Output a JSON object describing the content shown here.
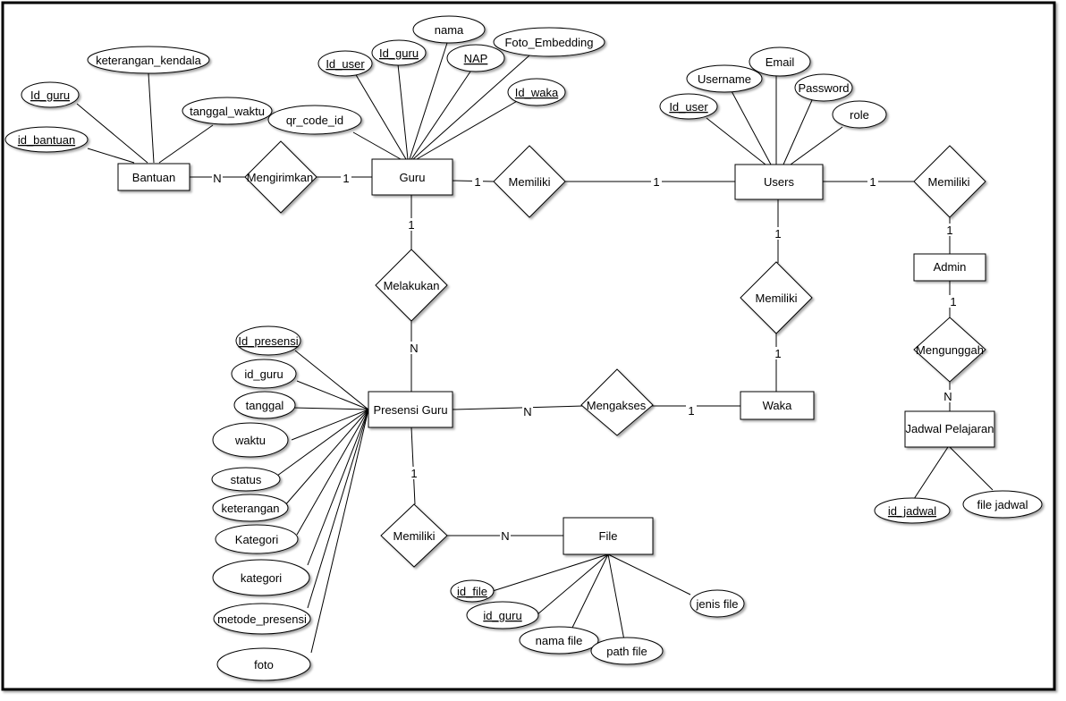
{
  "entities": {
    "bantuan": "Bantuan",
    "guru": "Guru",
    "users": "Users",
    "admin": "Admin",
    "presensi_guru": "Presensi Guru",
    "waka": "Waka",
    "file": "File",
    "jadwal_pelajaran": "Jadwal Pelajaran"
  },
  "relationships": {
    "mengirimkan": "Mengirimkan",
    "memiliki_guru_users": "Memiliki",
    "memiliki_users_admin": "Memiliki",
    "melakukan": "Melakukan",
    "memiliki_users_waka": "Memiliki",
    "mengakses": "Mengakses",
    "mengunggah": "Mengunggah",
    "memiliki_presensi_file": "Memiliki"
  },
  "attributes": {
    "bantuan": {
      "keterangan_kendala": "keterangan_kendala",
      "id_guru": "Id_guru",
      "tanggal_waktu": "tanggal_waktu",
      "id_bantuan": "id_bantuan"
    },
    "guru": {
      "nama": "nama",
      "foto_embedding": "Foto_Embedding",
      "id_user": "Id_user",
      "id_guru": "Id_guru",
      "nap": "NAP",
      "id_waka": "Id_waka",
      "qr_code_id": "qr_code_id"
    },
    "users": {
      "email": "Email",
      "username": "Username",
      "password": "Password",
      "id_user": "Id_user",
      "role": "role"
    },
    "presensi": {
      "id_presensi": "Id_presensi",
      "id_guru": "id_guru",
      "tanggal": "tanggal",
      "waktu": "waktu",
      "status": "status",
      "keterangan": "keterangan",
      "kategori_cap": "Kategori",
      "kategori": "kategori",
      "metode_presensi": "metode_presensi",
      "foto": "foto"
    },
    "file": {
      "id_file": "id_file",
      "id_guru": "id_guru",
      "nama_file": "nama file",
      "path_file": "path file",
      "jenis_file": "jenis file"
    },
    "jadwal": {
      "id_jadwal": "id_jadwal",
      "file_jadwal": "file jadwal"
    }
  },
  "cardinalities": {
    "bantuan_mengirimkan": "N",
    "mengirimkan_guru": "1",
    "guru_memiliki": "1",
    "memiliki_users": "1",
    "users_memiliki_admin": "1",
    "memiliki_admin": "1",
    "guru_melakukan": "1",
    "melakukan_presensi": "N",
    "users_memiliki_waka": "1",
    "memiliki_waka": "1",
    "presensi_mengakses": "N",
    "mengakses_waka": "1",
    "admin_mengunggah": "1",
    "mengunggah_jadwal": "N",
    "presensi_memiliki": "1",
    "memiliki_file": "N"
  }
}
